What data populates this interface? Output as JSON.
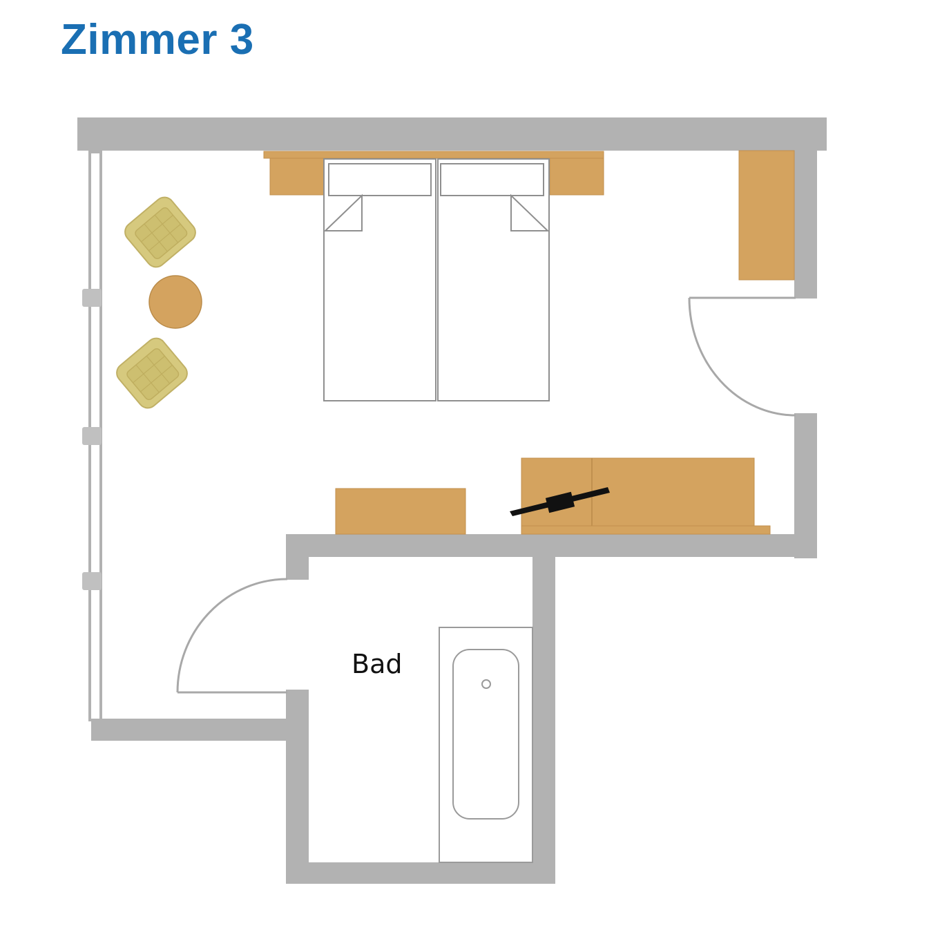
{
  "title": "Zimmer 3",
  "rooms": {
    "bathroom_label": "Bad"
  },
  "colors": {
    "title": "#1a6fb3",
    "wall": "#b2b2b2",
    "furniture": "#d4a35f",
    "chair": "#d6c97e",
    "chair_inner": "#c9ba6a",
    "line": "#9a9a9a",
    "bed": "#ffffff",
    "window_post": "#c0c0c0"
  },
  "furniture": [
    "double-bed",
    "nightstand-left",
    "nightstand-right",
    "headboard-shelf",
    "wardrobe",
    "armchair-top",
    "armchair-bottom",
    "round-table",
    "desk",
    "sideboard",
    "tv",
    "bathtub"
  ]
}
